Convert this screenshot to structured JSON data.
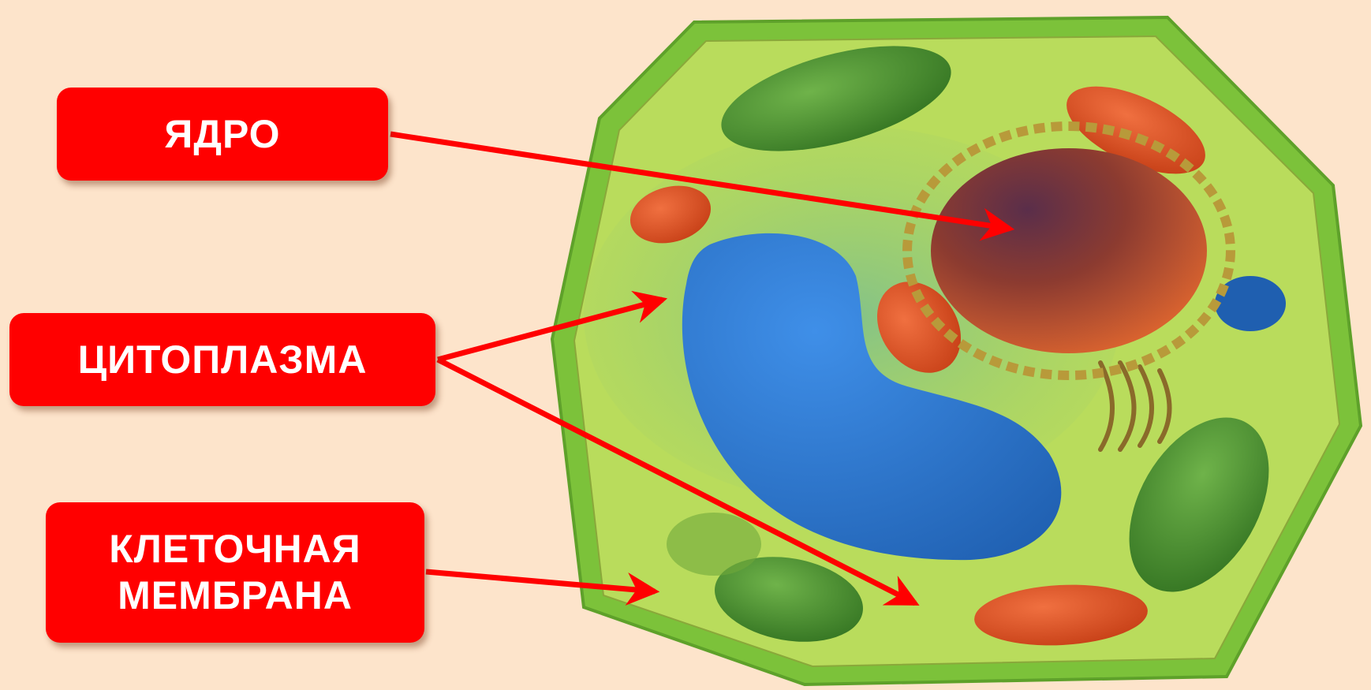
{
  "labels": {
    "nucleus": "ЯДРО",
    "cytoplasm": "ЦИТОПЛАЗМА",
    "membrane_line1": "КЛЕТОЧНАЯ",
    "membrane_line2": "МЕМБРАНА"
  },
  "colors": {
    "background": "#fde4cb",
    "label_fill": "#ff0000",
    "label_text": "#ffffff",
    "arrow": "#ff0000",
    "cell_wall": "#7cc23a",
    "cytoplasm": "#b9dc5c",
    "vacuole": "#2f7fd6",
    "nucleus": "#a8502e",
    "chloroplast": "#4f9a2c",
    "mitochondria": "#e04a1e"
  }
}
